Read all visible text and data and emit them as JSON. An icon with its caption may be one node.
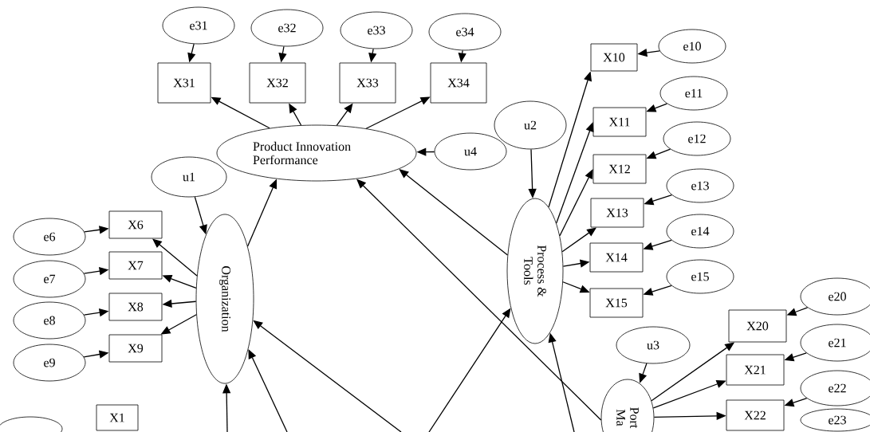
{
  "diagram": {
    "nodes": [
      {
        "text": [
          "Product Innovation Performance"
        ]
      },
      {
        "text": [
          "X31"
        ]
      },
      {
        "text": [
          "X32"
        ]
      },
      {
        "text": [
          "X33"
        ]
      },
      {
        "text": [
          "X34"
        ]
      },
      {
        "text": [
          "e31"
        ]
      },
      {
        "text": [
          "e32"
        ]
      },
      {
        "text": [
          "e33"
        ]
      },
      {
        "text": [
          "e34"
        ]
      },
      {
        "text": [
          "u4"
        ]
      },
      {
        "text": [
          "u1"
        ]
      },
      {
        "text": [
          "Organization"
        ]
      },
      {
        "text": [
          "X6"
        ]
      },
      {
        "text": [
          "X7"
        ]
      },
      {
        "text": [
          "X8"
        ]
      },
      {
        "text": [
          "X9"
        ]
      },
      {
        "text": [
          "e6"
        ]
      },
      {
        "text": [
          "e7"
        ]
      },
      {
        "text": [
          "e8"
        ]
      },
      {
        "text": [
          "e9"
        ]
      },
      {
        "text": [
          "u2"
        ]
      },
      {
        "text": [
          "Process & Tools"
        ]
      },
      {
        "text": [
          "X10"
        ]
      },
      {
        "text": [
          "X11"
        ]
      },
      {
        "text": [
          "X12"
        ]
      },
      {
        "text": [
          "X13"
        ]
      },
      {
        "text": [
          "X14"
        ]
      },
      {
        "text": [
          "X15"
        ]
      },
      {
        "text": [
          "e10"
        ]
      },
      {
        "text": [
          "e11"
        ]
      },
      {
        "text": [
          "e12"
        ]
      },
      {
        "text": [
          "e13"
        ]
      },
      {
        "text": [
          "e14"
        ]
      },
      {
        "text": [
          "e15"
        ]
      },
      {
        "text": [
          "u3"
        ]
      },
      {
        "text": [
          "Port Ma"
        ]
      },
      {
        "text": [
          "X20"
        ]
      },
      {
        "text": [
          "X21"
        ]
      },
      {
        "text": [
          "X22"
        ]
      },
      {
        "text": [
          "e20"
        ]
      },
      {
        "text": [
          "e21"
        ]
      },
      {
        "text": [
          "e22"
        ]
      },
      {
        "text": [
          "e23"
        ]
      },
      {
        "text": [
          "X1"
        ]
      },
      {
        "text": [],
        "shape": "ellipse"
      }
    ],
    "edges": [
      {
        "from": 0,
        "to": 1,
        "arrow": "to"
      },
      {
        "from": 0,
        "to": 2,
        "arrow": "to"
      },
      {
        "from": 0,
        "to": 3,
        "arrow": "to"
      },
      {
        "from": 0,
        "to": 4,
        "arrow": "to"
      },
      {
        "from": 5,
        "to": 1,
        "arrow": "to"
      },
      {
        "from": 6,
        "to": 2,
        "arrow": "to"
      },
      {
        "from": 7,
        "to": 3,
        "arrow": "to"
      },
      {
        "from": 8,
        "to": 4,
        "arrow": "to"
      },
      {
        "from": 9,
        "to": 0,
        "arrow": "to"
      },
      {
        "from": 10,
        "to": 11,
        "arrow": "to"
      },
      {
        "from": 11,
        "to": 0,
        "arrow": "to"
      },
      {
        "from": 11,
        "to": 12,
        "arrow": "to"
      },
      {
        "from": 11,
        "to": 13,
        "arrow": "to"
      },
      {
        "from": 11,
        "to": 14,
        "arrow": "to"
      },
      {
        "from": 11,
        "to": 15,
        "arrow": "to"
      },
      {
        "from": 16,
        "to": 12,
        "arrow": "to"
      },
      {
        "from": 17,
        "to": 13,
        "arrow": "to"
      },
      {
        "from": 18,
        "to": 14,
        "arrow": "to"
      },
      {
        "from": 19,
        "to": 15,
        "arrow": "to"
      },
      {
        "from": 20,
        "to": 21,
        "arrow": "to"
      },
      {
        "from": 21,
        "to": 0,
        "arrow": "to"
      },
      {
        "from": 21,
        "to": 22,
        "arrow": "to"
      },
      {
        "from": 21,
        "to": 23,
        "arrow": "to"
      },
      {
        "from": 21,
        "to": 24,
        "arrow": "to"
      },
      {
        "from": 21,
        "to": 25,
        "arrow": "to"
      },
      {
        "from": 21,
        "to": 26,
        "arrow": "to"
      },
      {
        "from": 21,
        "to": 27,
        "arrow": "to"
      },
      {
        "from": 28,
        "to": 22,
        "arrow": "to"
      },
      {
        "from": 29,
        "to": 23,
        "arrow": "to"
      },
      {
        "from": 30,
        "to": 24,
        "arrow": "to"
      },
      {
        "from": 31,
        "to": 25,
        "arrow": "to"
      },
      {
        "from": 32,
        "to": 26,
        "arrow": "to"
      },
      {
        "from": 33,
        "to": 27,
        "arrow": "to"
      },
      {
        "from": 34,
        "to": 35,
        "arrow": "to"
      },
      {
        "from": 35,
        "to": 36,
        "arrow": "to"
      },
      {
        "from": 35,
        "to": 37,
        "arrow": "to"
      },
      {
        "from": 35,
        "to": 38,
        "arrow": "to"
      },
      {
        "from": 39,
        "to": 36,
        "arrow": "to"
      },
      {
        "from": 40,
        "to": 37,
        "arrow": "to"
      },
      {
        "from": 41,
        "to": 38,
        "arrow": "to"
      },
      {
        "from": 35,
        "to": 0,
        "arrow": "to"
      },
      {
        "from": null,
        "to": 11,
        "arrow": "to"
      },
      {
        "from": null,
        "to": 11,
        "arrow": "to"
      },
      {
        "from": null,
        "to": 11,
        "arrow": "to"
      },
      {
        "from": null,
        "to": 21,
        "arrow": "to"
      },
      {
        "from": null,
        "to": 21,
        "arrow": "to"
      }
    ]
  }
}
